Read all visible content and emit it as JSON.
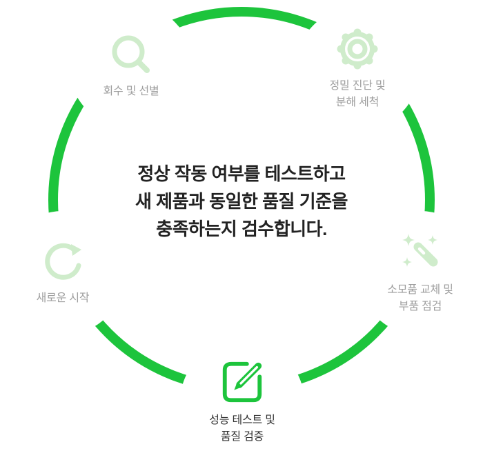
{
  "diagram_title": "refurbishment-process-cycle",
  "colors": {
    "green": "#1dc43c",
    "icon_muted": "#cfeccb",
    "label_muted": "#9e9e9e",
    "label_active": "#333333",
    "center_text": "#222222"
  },
  "center_text": {
    "lines": [
      "정상 작동 여부를 테스트하고",
      "새 제품과 동일한 품질 기준을",
      "충족하는지 검수합니다."
    ]
  },
  "nodes": [
    {
      "id": "collect",
      "icon": "magnifier-icon",
      "active": false,
      "label_lines": [
        "회수 및 선별",
        ""
      ]
    },
    {
      "id": "diagnose",
      "icon": "gear-icon",
      "active": false,
      "label_lines": [
        "정밀 진단 및",
        "분해 세척"
      ]
    },
    {
      "id": "parts",
      "icon": "magic-wand-icon",
      "active": false,
      "label_lines": [
        "소모품 교체 및",
        "부품 점검"
      ]
    },
    {
      "id": "test",
      "icon": "edit-square-icon",
      "active": true,
      "label_lines": [
        "성능 테스트 및",
        "품질 검증"
      ]
    },
    {
      "id": "restart",
      "icon": "refresh-icon",
      "active": false,
      "label_lines": [
        "새로운 시작",
        ""
      ]
    }
  ]
}
